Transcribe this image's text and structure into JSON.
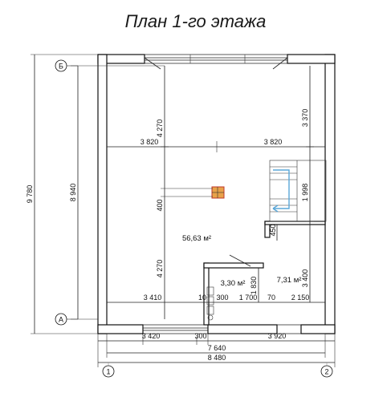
{
  "title": "План 1-го этажа",
  "axes": {
    "left_top": "Б",
    "left_bottom": "А",
    "bottom_left": "1",
    "bottom_right": "2"
  },
  "dimensions": {
    "total_height": "9 780",
    "inner_height": "8 940",
    "left_upper": "4 270",
    "left_mid": "400",
    "left_lower": "4 270",
    "right_upper": "3 370",
    "right_stair": "1 998",
    "right_small": "450",
    "right_lower": "3 400",
    "bath_height": "1 830",
    "mid_left": "3 820",
    "mid_right": "3 820",
    "low_a": "3 410",
    "low_b": "10",
    "low_c": "300",
    "low_d": "1 700",
    "low_e": "70",
    "low_f": "2 150",
    "bottom_a": "3 420",
    "bottom_b": "300",
    "bottom_c": "3 920",
    "bottom_total_inner": "7 640",
    "bottom_total": "8 480"
  },
  "areas": {
    "main": "56,63 м²",
    "bath": "3,30 м²",
    "hall": "7,31 м²"
  },
  "colors": {
    "column_fill": "#e8a24a",
    "column_stroke": "#c0392b",
    "stair_arrow": "#5aa7d8"
  }
}
